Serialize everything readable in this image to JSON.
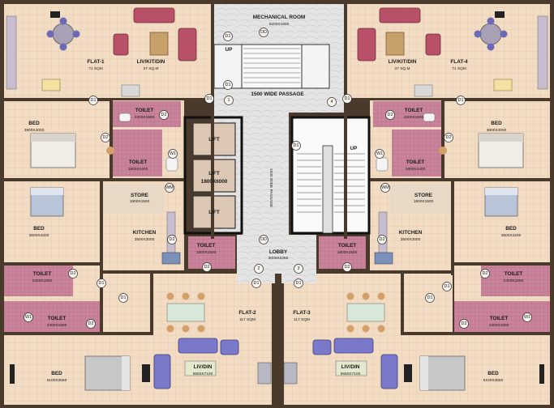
{
  "mechanical_room": {
    "name": "MECHANICAL ROOM",
    "size": "5200X1800"
  },
  "passages": {
    "top": "1500 WIDE PASSAGE",
    "vertical": "1500 WIDE PASSAGE"
  },
  "stair_labels": {
    "up_top": "UP",
    "up_core": "UP"
  },
  "lifts": {
    "lift_1": "LIFT",
    "lift_2": "LIFT",
    "lift_size": "1800X6000",
    "lift_3": "LIFT"
  },
  "lobby": {
    "name": "LOBBY",
    "size": "3000X2350"
  },
  "flats": {
    "flat1": {
      "name": "FLAT-1",
      "area": "71 SQM"
    },
    "flat4": {
      "name": "FLAT-4",
      "area": "71 SQM"
    },
    "flat2": {
      "name": "FLAT-2",
      "area": "117 SQM"
    },
    "flat3": {
      "name": "FLAT-3",
      "area": "117 SQM"
    }
  },
  "rooms": {
    "livkit_left": {
      "name": "LIV/KIT/DIN",
      "size": "37 SQ.M"
    },
    "livkit_right": {
      "name": "LIV/KIT/DIN",
      "size": "37 SQ.M"
    },
    "bed_tl": {
      "name": "BED",
      "size": "3900X4000"
    },
    "bed_tr": {
      "name": "BED",
      "size": "3900X4000"
    },
    "toilet_tl1": {
      "name": "TOILET",
      "size": "2300X1500"
    },
    "toilet_tl2": {
      "name": "TOILET",
      "size": "1800X2400"
    },
    "toilet_tr1": {
      "name": "TOILET",
      "size": "2300X1500"
    },
    "toilet_tr2": {
      "name": "TOILET",
      "size": "1800X2400"
    },
    "bed_ml": {
      "name": "BED",
      "size": "3600X4200"
    },
    "bed_mr": {
      "name": "BED",
      "size": "3600X4200"
    },
    "store_l": {
      "name": "STORE",
      "size": "1800X1500"
    },
    "store_r": {
      "name": "STORE",
      "size": "1800X1500"
    },
    "kitchen_l": {
      "name": "KITCHEN",
      "size": "3500X3000"
    },
    "kitchen_r": {
      "name": "KITCHEN",
      "size": "3500X3000"
    },
    "toilet_cl": {
      "name": "TOILET",
      "size": "1800X1500"
    },
    "toilet_cr": {
      "name": "TOILET",
      "size": "1800X1500"
    },
    "toilet_bl1": {
      "name": "TOILET",
      "size": "2400X1800"
    },
    "toilet_bl2": {
      "name": "TOILET",
      "size": "2400X1800"
    },
    "toilet_br1": {
      "name": "TOILET",
      "size": "2400X1800"
    },
    "toilet_br2": {
      "name": "TOILET",
      "size": "2400X1800"
    },
    "bed_bl": {
      "name": "BED",
      "size": "5100X3550"
    },
    "bed_br": {
      "name": "BED",
      "size": "5100X3550"
    },
    "livdin_l": {
      "name": "LIV/DIN",
      "size": "5550X7100"
    },
    "livdin_r": {
      "name": "LIV/DIN",
      "size": "5550X7100"
    }
  },
  "tags": {
    "d1": "D1",
    "d2": "D2",
    "dd": "DD",
    "wm": "WM",
    "w1": "W1",
    "n1": "1",
    "n2": "2",
    "n3": "3",
    "n4": "4"
  },
  "colors": {
    "wall": "#4a3a2c",
    "floor": "#f2dcc4",
    "toilet": "#c9839a",
    "store": "#e8d9c6",
    "core_white": "#f4f4f4",
    "corridor": "#dcdcdc",
    "sofa_red": "#b85068",
    "sofa_blue": "#7a78c8",
    "stool": "#d2a068"
  }
}
